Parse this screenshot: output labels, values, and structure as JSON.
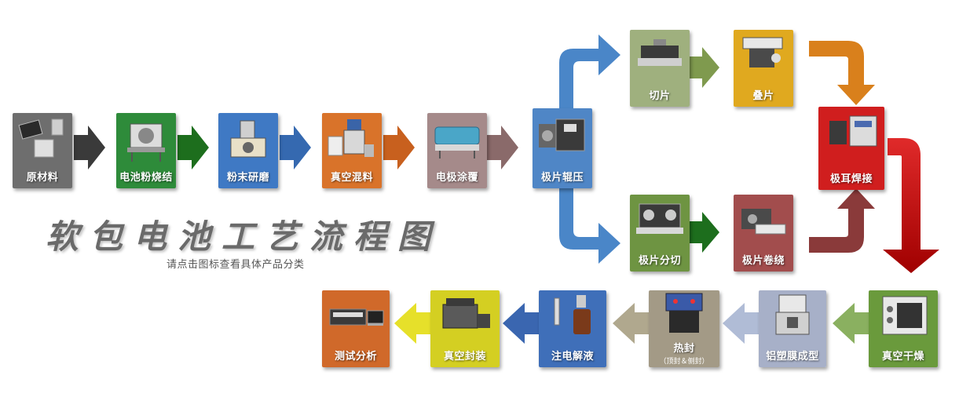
{
  "title": "软包电池工艺流程图",
  "subtitle": "请点击图标查看具体产品分类",
  "steps": [
    {
      "id": "raw",
      "label": "原材料",
      "color": "#6e6e6e"
    },
    {
      "id": "sinter",
      "label": "电池粉烧结",
      "color": "#2e8b3a"
    },
    {
      "id": "grind",
      "label": "粉末研磨",
      "color": "#3f79c4"
    },
    {
      "id": "mix",
      "label": "真空混料",
      "color": "#d9732a"
    },
    {
      "id": "coat",
      "label": "电极涂覆",
      "color": "#a58a8a"
    },
    {
      "id": "roll",
      "label": "极片辊压",
      "color": "#4f86c6"
    },
    {
      "id": "cut",
      "label": "切片",
      "color": "#9fb07e"
    },
    {
      "id": "stack",
      "label": "叠片",
      "color": "#e0a91f"
    },
    {
      "id": "slit",
      "label": "极片分切",
      "color": "#6e9442"
    },
    {
      "id": "wind",
      "label": "极片卷绕",
      "color": "#a24d4d"
    },
    {
      "id": "weld",
      "label": "极耳焊接",
      "color": "#d01e1e"
    },
    {
      "id": "dry",
      "label": "真空干燥",
      "color": "#6a9a3c"
    },
    {
      "id": "form",
      "label": "铝塑膜成型",
      "color": "#a7b0c8"
    },
    {
      "id": "heat",
      "label": "热封",
      "sub": "（顶封＆侧封）",
      "color": "#a39a86"
    },
    {
      "id": "inject",
      "label": "注电解液",
      "color": "#3f6fb9"
    },
    {
      "id": "vseal",
      "label": "真空封装",
      "color": "#d4cf22"
    },
    {
      "id": "test",
      "label": "测试分析",
      "color": "#d0692a"
    }
  ],
  "arrow_colors": {
    "dark": "#3a3a3a",
    "green": "#1d6e1d",
    "blue": "#3569b0",
    "orange": "#c8601e",
    "mauve": "#8a6a6a",
    "steel": "#4a86c8",
    "olive": "#7f9a4e",
    "amber": "#d9801c",
    "maroon": "#8a3a3a",
    "red": "#c41010",
    "lgreen": "#8ab060",
    "lblue": "#b0bcd6",
    "khaki": "#b0a88e",
    "navy": "#3a66b0",
    "yellow": "#e6e02a"
  }
}
